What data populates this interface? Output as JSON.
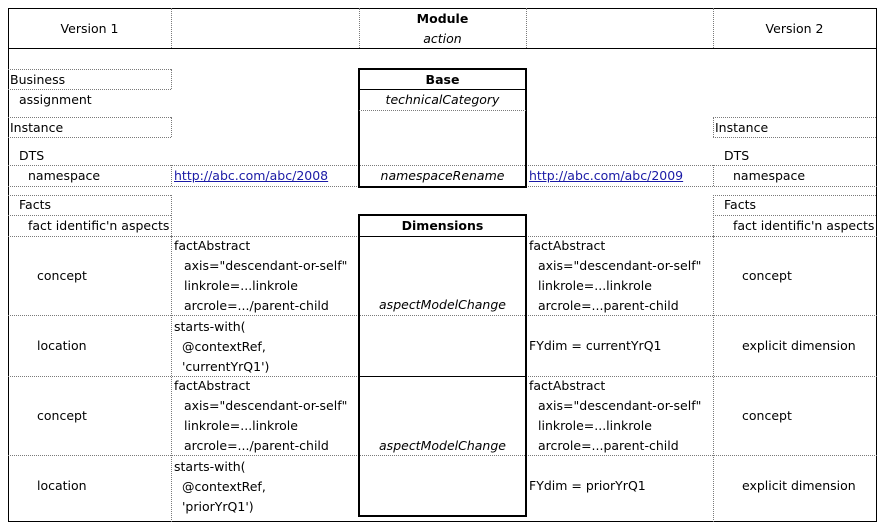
{
  "header": {
    "version1": "Version 1",
    "module_title": "Module",
    "module_subtitle": "action",
    "version2": "Version 2"
  },
  "left": {
    "business": "Business",
    "assignment": "assignment",
    "instance": "Instance",
    "dts": "DTS",
    "namespace": "namespace",
    "facts": "Facts",
    "fact_aspects": "fact identific'n aspects",
    "row1": "concept",
    "row2": "location",
    "row3": "concept",
    "row4": "location"
  },
  "v1_expr": {
    "namespace_url": "http://abc.com/abc/2008",
    "row1": [
      "factAbstract",
      "axis=\"descendant-or-self\"",
      "linkrole=...linkrole",
      "arcrole=.../parent-child"
    ],
    "row2": [
      "starts-with(",
      "@contextRef,",
      "'currentYrQ1')"
    ],
    "row3": [
      "factAbstract",
      "axis=\"descendant-or-self\"",
      "linkrole=...linkrole",
      "arcrole=.../parent-child"
    ],
    "row4": [
      "starts-with(",
      "@contextRef,",
      "'priorYrQ1')"
    ]
  },
  "module": {
    "base_title": "Base",
    "base_category": "technicalCategory",
    "namespace_rename": "namespaceRename",
    "dimensions_title": "Dimensions",
    "change1": "aspectModelChange",
    "change2": "aspectModelChange"
  },
  "v2_expr": {
    "namespace_url": "http://abc.com/abc/2009",
    "row1": [
      "factAbstract",
      "axis=\"descendant-or-self\"",
      "linkrole=...linkrole",
      "arcrole=...parent-child"
    ],
    "row2": "FYdim = currentYrQ1",
    "row3": [
      "factAbstract",
      "axis=\"descendant-or-self\"",
      "linkrole=...linkrole",
      "arcrole=...parent-child"
    ],
    "row4": "FYdim = priorYrQ1"
  },
  "right": {
    "instance": "Instance",
    "dts": "DTS",
    "namespace": "namespace",
    "facts": "Facts",
    "fact_aspects": "fact identific'n aspects",
    "row1": "concept",
    "row2": "explicit dimension",
    "row3": "concept",
    "row4": "explicit dimension"
  }
}
